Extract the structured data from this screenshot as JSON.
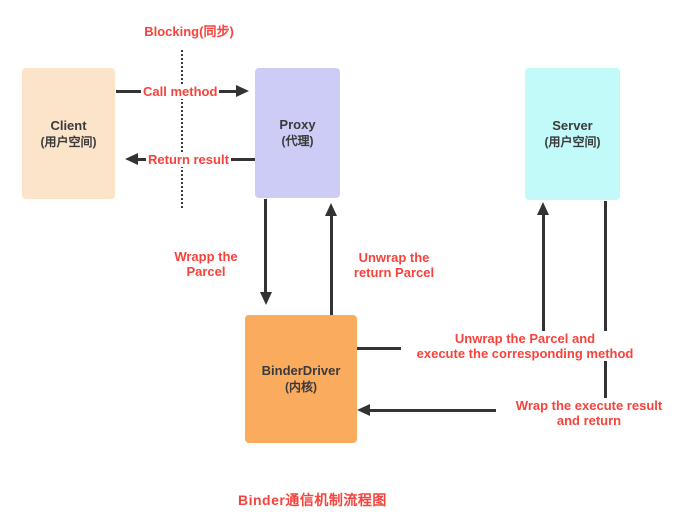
{
  "diagram": {
    "title": "Binder通信机制流程图",
    "blocking_label": "Blocking(同步)",
    "nodes": {
      "client": {
        "name": "Client",
        "sub": "(用户空间)",
        "color": "#fce4ca"
      },
      "proxy": {
        "name": "Proxy",
        "sub": "(代理)",
        "color": "#cdccf6"
      },
      "server": {
        "name": "Server",
        "sub": "(用户空间)",
        "color": "#c2fafa"
      },
      "binder_driver": {
        "name": "BinderDriver",
        "sub": "(内核)",
        "color": "#faab5e"
      }
    },
    "edges": {
      "call_method": "Call method",
      "return_result": "Return result",
      "wrap_parcel": "Wrapp the\nParcel",
      "unwrap_return": "Unwrap the\nreturn Parcel",
      "unwrap_execute": "Unwrap the Parcel and\nexecute the corresponding method",
      "wrap_result": "Wrap the execute result\nand return"
    },
    "colors": {
      "label_red": "#f8423c",
      "arrow": "#333333",
      "node_text": "#3a3a3a",
      "background": "#ffffff"
    }
  }
}
